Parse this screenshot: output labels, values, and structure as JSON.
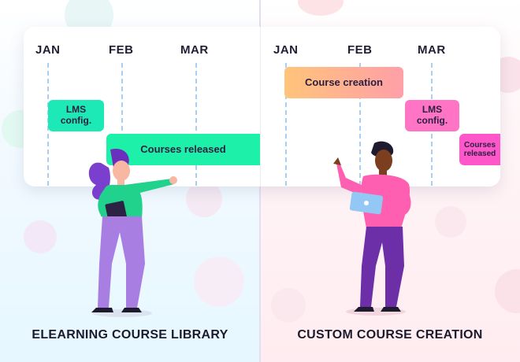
{
  "left_panel": {
    "months": [
      "JAN",
      "FEB",
      "MAR"
    ],
    "bars": {
      "lms_config": "LMS\nconfig.",
      "courses_released": "Courses released"
    },
    "caption": "ELEARNING COURSE LIBRARY"
  },
  "right_panel": {
    "months": [
      "JAN",
      "FEB",
      "MAR"
    ],
    "bars": {
      "course_creation": "Course creation",
      "lms_config": "LMS\nconfig.",
      "courses_released": "Courses\nreleased"
    },
    "caption": "CUSTOM COURSE CREATION"
  },
  "colors": {
    "teal_bar": "#1de9b6",
    "orange_gradient_start": "#ffc47a",
    "pink_gradient_end": "#ff8fb1",
    "magenta_bar": "#ff5fc8",
    "gridline": "#a9d0f0"
  }
}
